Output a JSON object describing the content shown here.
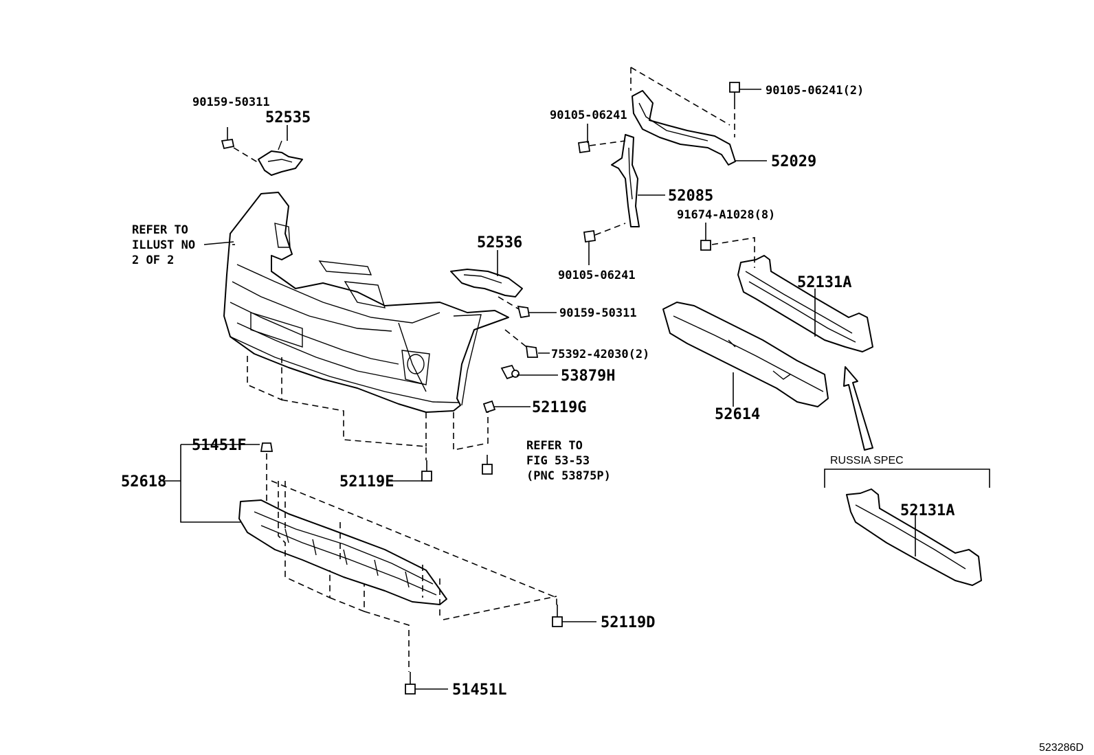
{
  "labels": {
    "p90159_50311_top": "90159-50311",
    "p52535": "52535",
    "refer_illust_l1": "REFER TO",
    "refer_illust_l2": "ILLUST NO",
    "refer_illust_l3": "2 OF 2",
    "p52536": "52536",
    "p90159_50311_mid": "90159-50311",
    "p75392_42030": "75392-42030(2)",
    "p53879H": "53879H",
    "p52119G": "52119G",
    "refer_fig_l1": "REFER TO",
    "refer_fig_l2": "FIG 53-53",
    "refer_fig_l3": "(PNC 53875P)",
    "p51451F": "51451F",
    "p52618": "52618",
    "p52119E": "52119E",
    "p52119D": "52119D",
    "p51451L": "51451L",
    "p90105_06241_topright": "90105-06241(2)",
    "p90105_06241_upper": "90105-06241",
    "p52029": "52029",
    "p52085": "52085",
    "p91674_A1028": "91674-A1028(8)",
    "p90105_06241_lower": "90105-06241",
    "p52131A_main": "52131A",
    "p52614": "52614",
    "russia_spec": "RUSSIA SPEC",
    "p52131A_russia": "52131A",
    "figure_id": "523286D"
  }
}
